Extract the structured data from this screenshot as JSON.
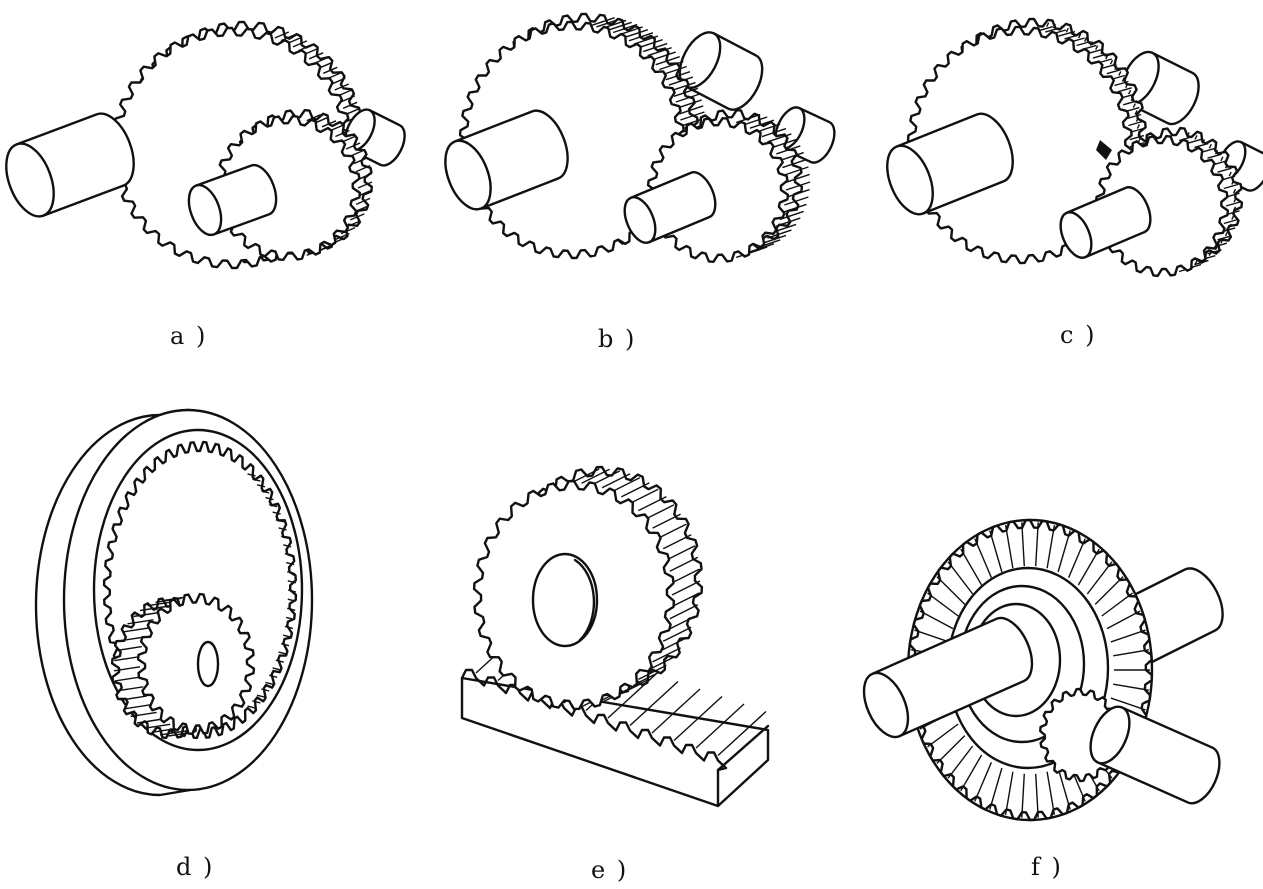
{
  "figure": {
    "panels": [
      {
        "id": "a",
        "caption": "a )"
      },
      {
        "id": "b",
        "caption": "b )"
      },
      {
        "id": "c",
        "caption": "c )"
      },
      {
        "id": "d",
        "caption": "d )"
      },
      {
        "id": "e",
        "caption": "e )"
      },
      {
        "id": "f",
        "caption": "f )"
      }
    ]
  }
}
